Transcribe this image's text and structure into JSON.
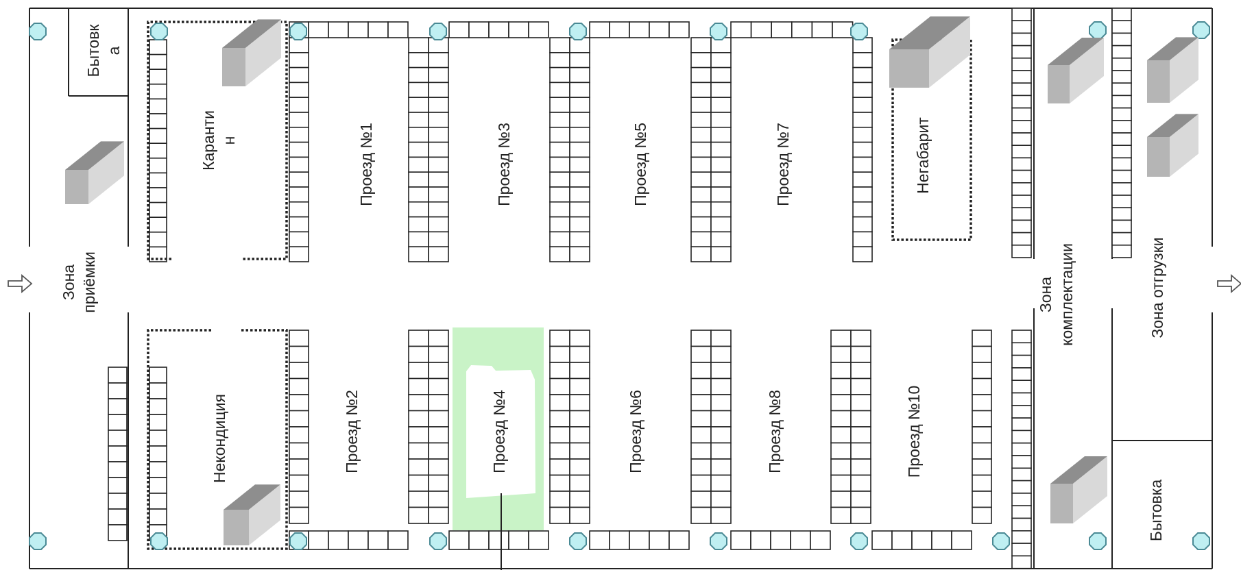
{
  "colors": {
    "wall": "#222222",
    "column_fill": "#bfeff2",
    "column_stroke": "#4a8a95",
    "highlight": "#c9f3c7",
    "box_top": "#8e8e8e",
    "box_front": "#b5b5b5",
    "box_side": "#d9d9d9"
  },
  "zones": {
    "receiving": [
      "Зона",
      "приёмки"
    ],
    "staff_room_top": [
      "Бытовк",
      "а"
    ],
    "quarantine": [
      "Каранти",
      "н"
    ],
    "oversize": "Негабарит",
    "nonconforming": "Некондиция",
    "picking": [
      "Зона",
      "комплектации"
    ],
    "shipping": "Зона отгрузки",
    "staff_room_bottom": "Бытовка"
  },
  "aisles": {
    "a1": "Проезд №1",
    "a2": "Проезд №2",
    "a3": "Проезд №3",
    "a4": "Проезд №4",
    "a5": "Проезд №5",
    "a6": "Проезд №6",
    "a7": "Проезд №7",
    "a8": "Проезд №8",
    "a10": "Проезд №10"
  },
  "icons": {
    "column": "octagon-column-icon",
    "pallet_box": "pallet-box-icon",
    "arrow": "hollow-arrow-right-icon"
  },
  "highlighted_aisle": "Проезд №4"
}
